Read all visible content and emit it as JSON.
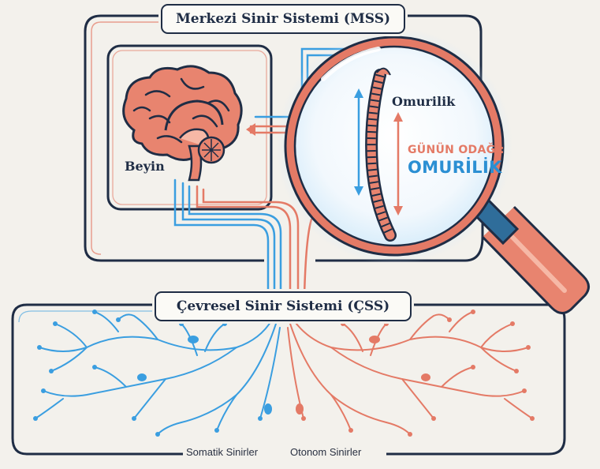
{
  "titles": {
    "cns": "Merkezi Sinir Sistemi (MSS)",
    "pns": "Çevresel Sinir Sistemi (ÇSS)"
  },
  "labels": {
    "brain": "Beyin",
    "spinal_cord": "Omurilik",
    "focus_line1": "GÜNÜN ODAĞI:",
    "focus_line2": "OMURİLİK",
    "somatic": "Somatik Sinirler",
    "autonomic": "Otonom Sinirler"
  },
  "colors": {
    "outline": "#1f2d45",
    "somatic_blue": "#3a9ee0",
    "autonomic_coral": "#e47a66",
    "background": "#f3f1ec",
    "lens_glow": "#d6ecfa"
  },
  "icons": [
    "brain-icon",
    "spine-icon",
    "magnifying-glass-icon",
    "nerve-tree-icon"
  ]
}
